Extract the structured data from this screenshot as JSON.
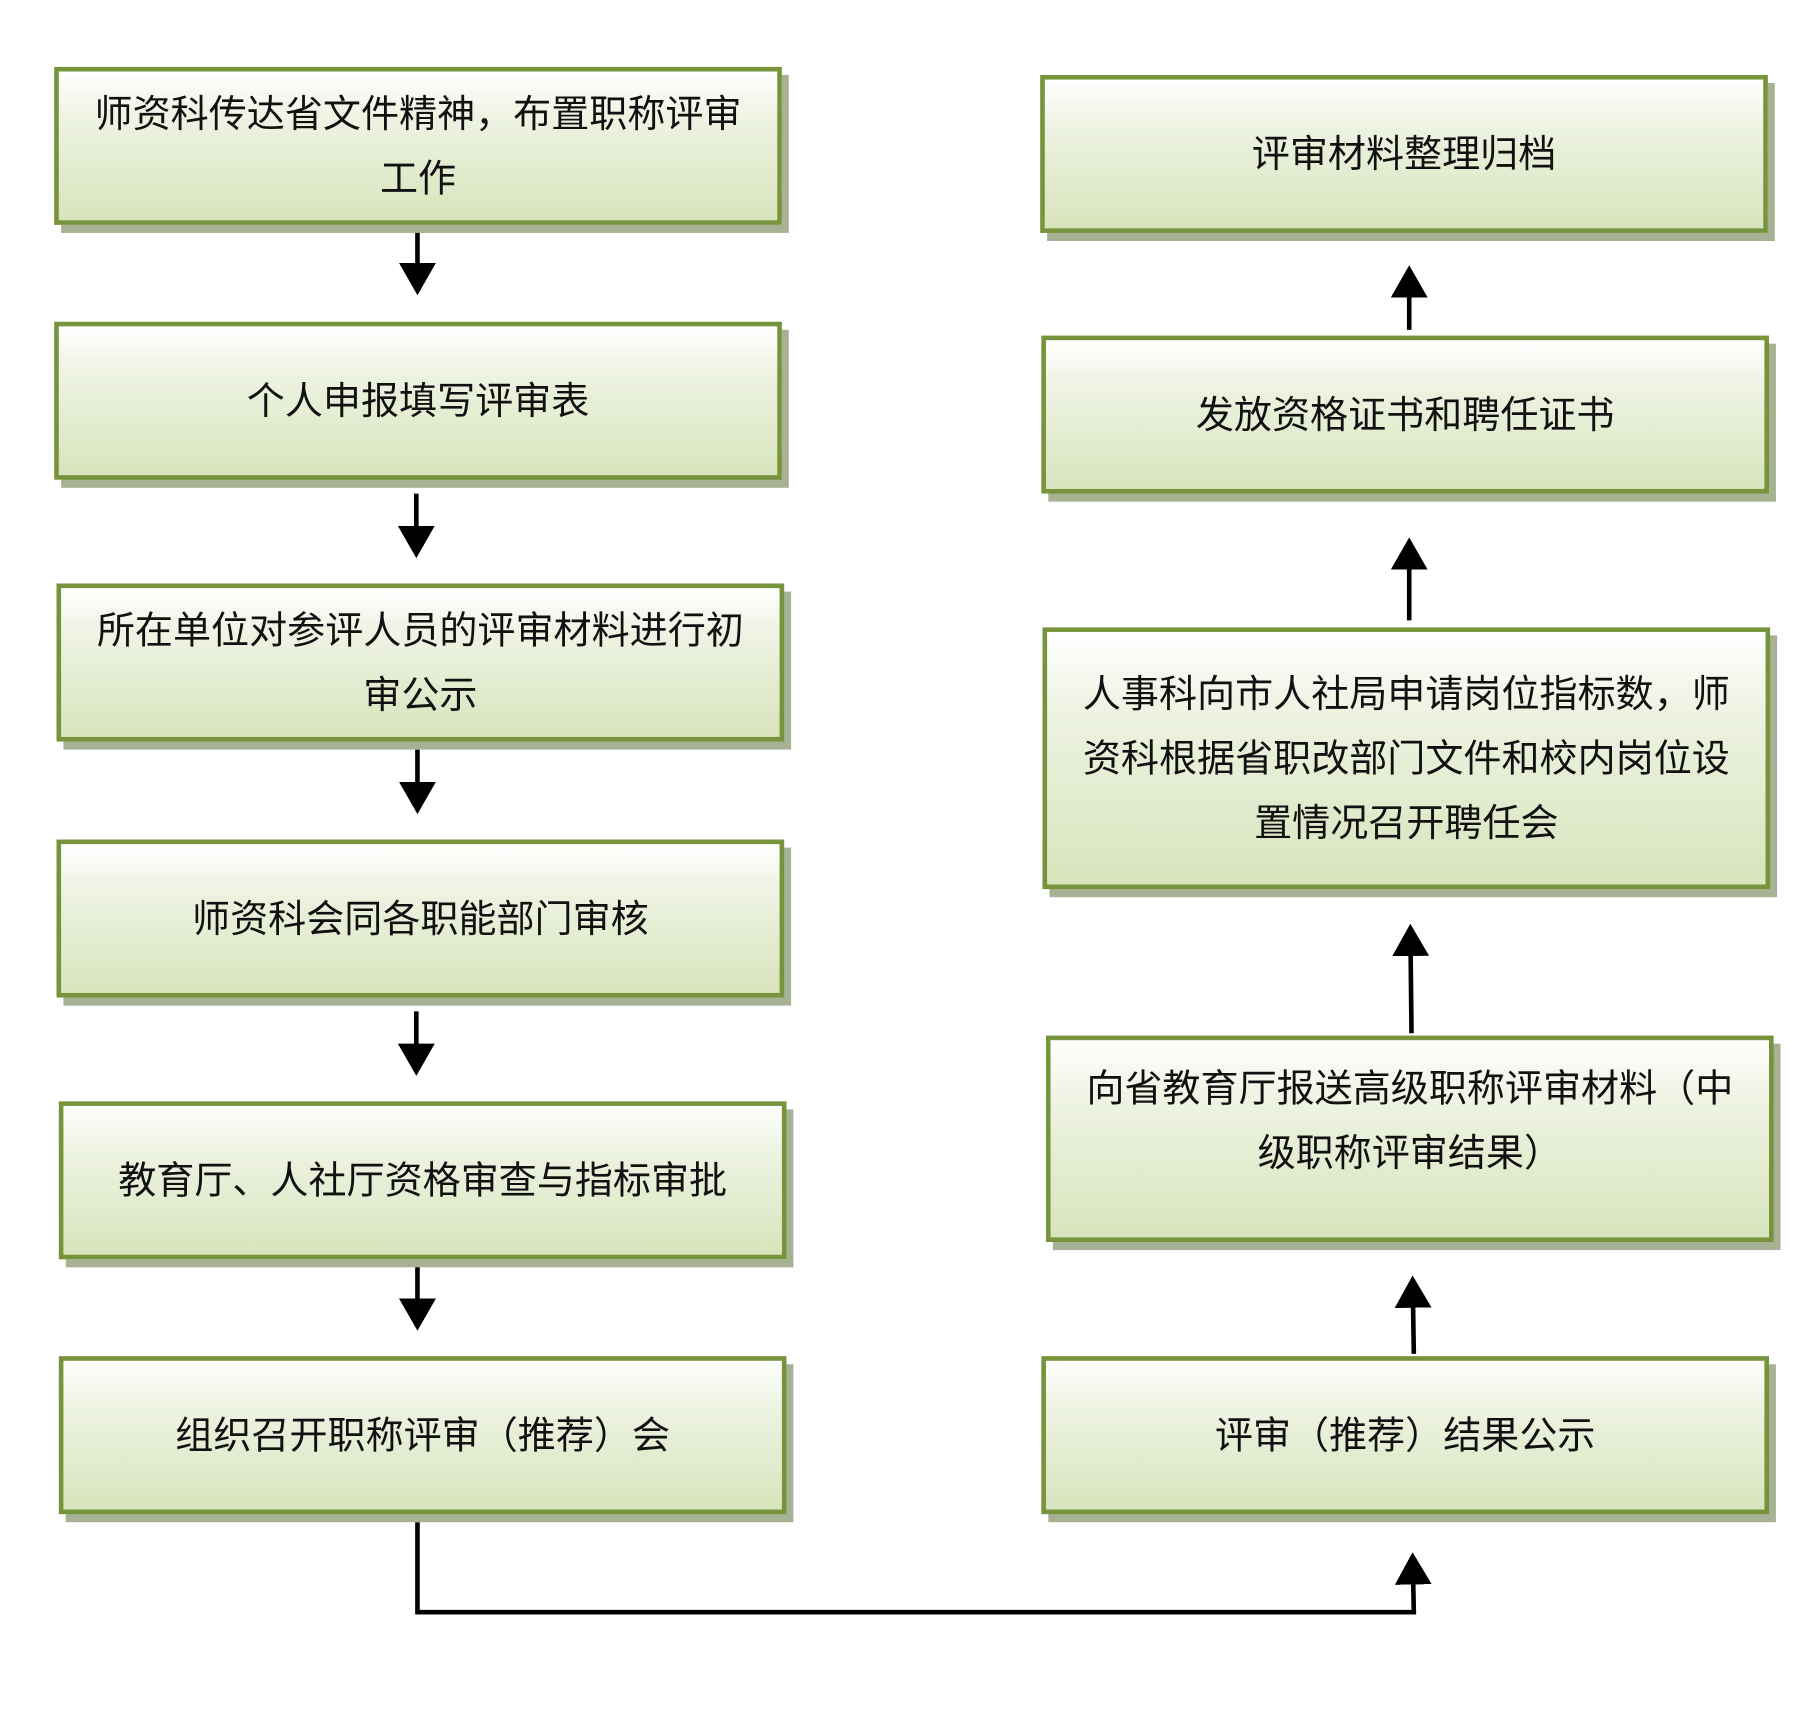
{
  "left_steps": [
    {
      "text": "师资科传达省文件精神，布置职称评审工作"
    },
    {
      "text": "个人申报填写评审表"
    },
    {
      "text": "所在单位对参评人员的评审材料进行初审公示"
    },
    {
      "text": "师资科会同各职能部门审核"
    },
    {
      "text": "教育厅、人社厅资格审查与指标审批"
    },
    {
      "text": "组织召开职称评审（推荐）会"
    }
  ],
  "right_steps": [
    {
      "text": "评审（推荐）结果公示"
    },
    {
      "text": "向省教育厅报送高级职称评审材料（中级职称评审结果）"
    },
    {
      "text": "人事科向市人社局申请岗位指标数，师资科根据省职改部门文件和校内岗位设置情况召开聘任会"
    },
    {
      "text": "发放资格证书和聘任证书"
    },
    {
      "text": "评审材料整理归档"
    }
  ],
  "colors": {
    "border": "#77933c",
    "fill_bottom": "#d8e4bc",
    "shadow": "#a6b293"
  }
}
